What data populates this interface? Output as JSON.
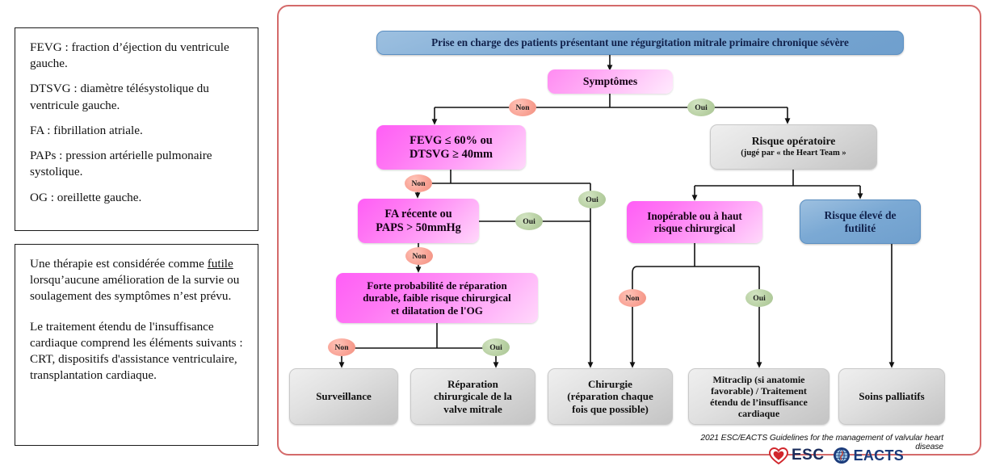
{
  "legend_abbreviations": {
    "name": "abbreviations-legend",
    "lines": [
      "FEVG : fraction d’éjection du ventricule gauche.",
      "DTSVG : diamètre télésystolique du ventricule gauche.",
      "FA : fibrillation atriale.",
      "PAPs : pression artérielle pulmonaire systolique.",
      "OG : oreillette gauche."
    ]
  },
  "legend_notes": {
    "name": "notes-legend",
    "note1_part1": "Une thérapie est considérée comme ",
    "note1_underlined": "futile",
    "note1_part2": " lorsqu’aucune amélioration de la survie ou soulagement des symptômes n’est prévu.",
    "note2": "Le traitement étendu de l'insuffisance cardiaque comprend les éléments suivants : CRT, dispositifs d'assistance ventriculaire, transplantation cardiaque."
  },
  "flowchart": {
    "title": "Prise en charge des patients présentant une régurgitation mitrale primaire chronique sévère",
    "nodes": {
      "symptomes": "Symptômes",
      "fevg_line1": "FEVG ≤ 60% ou",
      "fevg_line2": "DTSVG ≥ 40mm",
      "risque_operatoire": "Risque opératoire",
      "risque_operatoire_sub": "(jugé par « the Heart Team »",
      "fa_line1": "FA récente ou",
      "fa_line2": "PAPS > 50mmHg",
      "inoperable_line1": "Inopérable ou à haut",
      "inoperable_line2": "risque chirurgical",
      "futilite_line1": "Risque élevé de",
      "futilite_line2": "futilité",
      "forte_line1": "Forte probabilité de réparation",
      "forte_line2": "durable, faible risque chirurgical",
      "forte_line3": "et dilatation de l'OG",
      "surveillance": "Surveillance",
      "reparation_line1": "Réparation",
      "reparation_line2": "chirurgicale de la",
      "reparation_line3": "valve mitrale",
      "chirurgie_line1": "Chirurgie",
      "chirurgie_line2": "(réparation chaque",
      "chirurgie_line3": "fois que possible)",
      "mitraclip_line1": "Mitraclip (si anatomie",
      "mitraclip_line2": "favorable) / Traitement",
      "mitraclip_line3": "étendu de l’insuffisance",
      "mitraclip_line4": "cardiaque",
      "soins_palliatifs": "Soins palliatifs"
    },
    "decisions": {
      "non": "Non",
      "oui": "Oui"
    },
    "colors": {
      "frame_border": "#d46a6a",
      "header_blue": "#7ba9d4",
      "node_pink": "#ff77f4",
      "node_pink_light": "#ffa9f5",
      "node_gray": "#d8d8d8",
      "pill_non": "#f9a396",
      "pill_oui": "#b9d1a4",
      "esc_red": "#d1262c",
      "eacts_blue": "#1b3a7a"
    }
  },
  "footer": {
    "caption": "2021 ESC/EACTS Guidelines for the management of valvular heart disease",
    "esc_label": "ESC",
    "eacts_label": "EACTS"
  }
}
